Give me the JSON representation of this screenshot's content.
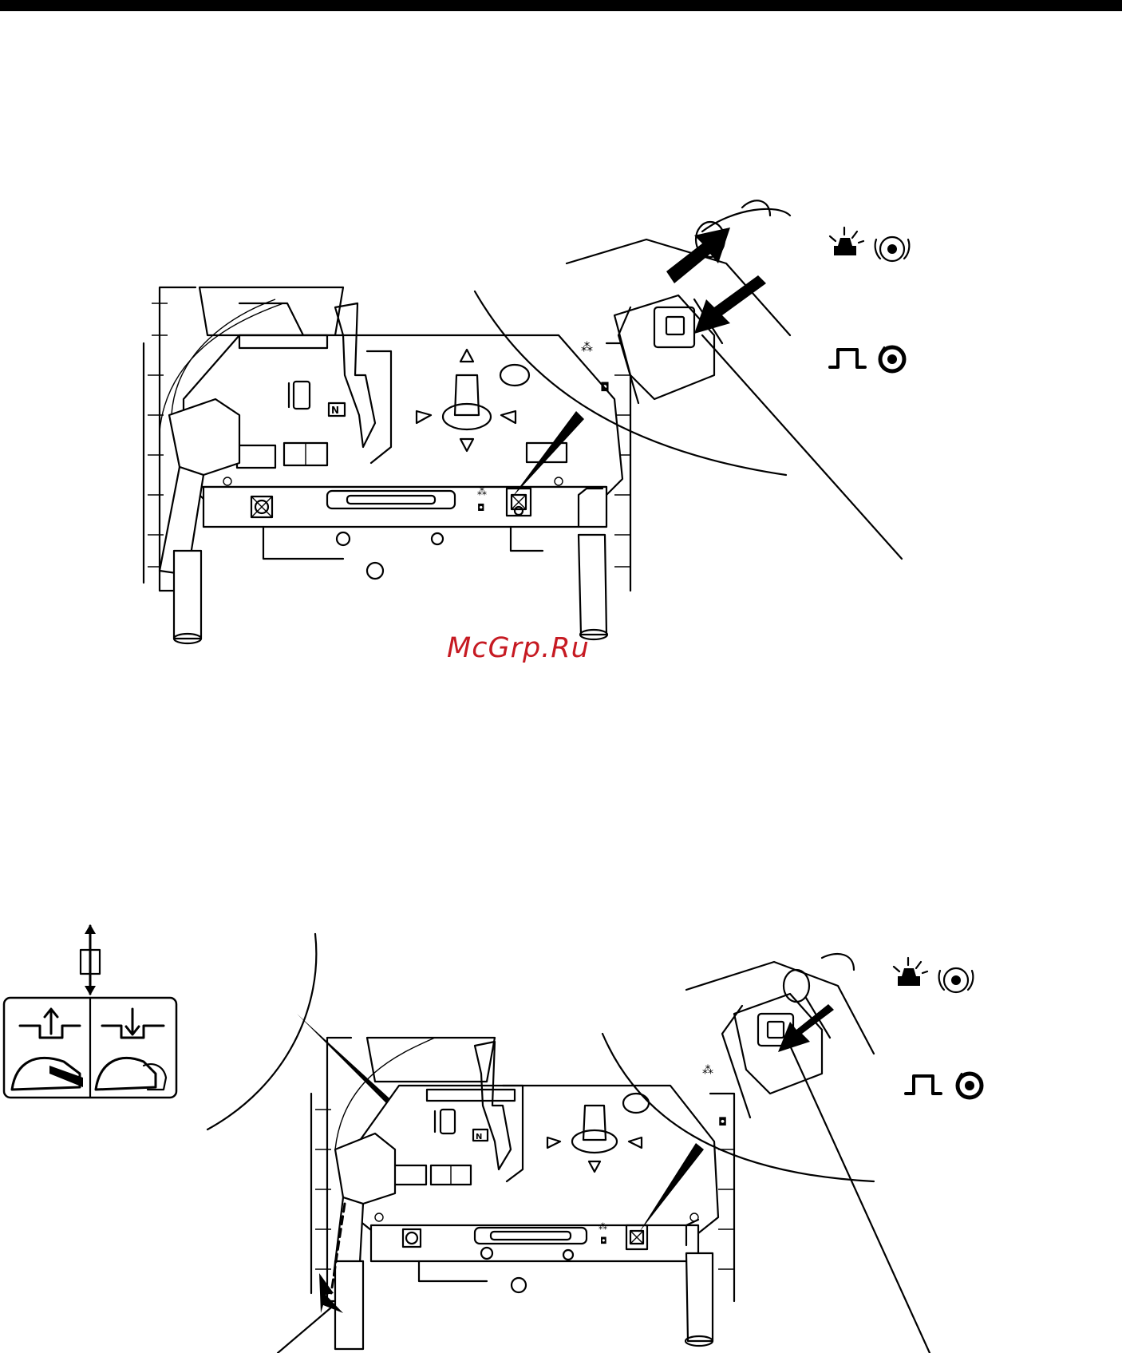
{
  "page": {
    "top_rule_color": "#000000"
  },
  "watermark": {
    "text": "McGrp.Ru",
    "color": "#c61a22"
  },
  "figures": [
    {
      "id": "top",
      "callout_symbols": [
        {
          "icon": "rotating-light-auger-engaged-icon"
        },
        {
          "icon": "square-auger-stopped-icon"
        }
      ],
      "arrows": [
        "push-in-arrow",
        "pull-out-arrow"
      ]
    },
    {
      "id": "bottom",
      "lever_label_icon": "auger-height-lever-label-icon",
      "callout_symbols": [
        {
          "icon": "rotating-light-auger-engaged-icon"
        },
        {
          "icon": "square-auger-stopped-icon"
        }
      ],
      "arrows": [
        "push-in-arrow",
        "grip-squeeze-arrow"
      ]
    }
  ],
  "shift_lever_marker": "N"
}
